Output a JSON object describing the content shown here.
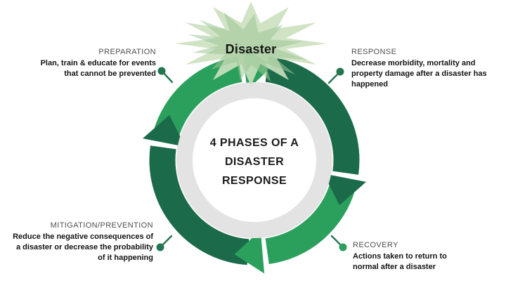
{
  "center": {
    "lines": [
      "4 PHASES OF A",
      "DISASTER",
      "RESPONSE"
    ]
  },
  "burst": {
    "label": "Disaster"
  },
  "phases": {
    "preparation": {
      "title": "PREPARATION",
      "lines": [
        "Plan, train & educate for events",
        "that cannot be prevented"
      ]
    },
    "response": {
      "title": "RESPONSE",
      "lines": [
        "Decrease morbidity, mortality and",
        "property damage after a disaster has",
        "happened"
      ]
    },
    "recovery": {
      "title": "RECOVERY",
      "lines": [
        "Actions taken to return to",
        "normal after a disaster"
      ]
    },
    "mitigation": {
      "title": "MITIGATION/PREVENTION",
      "lines": [
        "Reduce the negative consequences of",
        "a disaster or decrease the probability",
        "of it happening"
      ]
    }
  },
  "colors": {
    "green_medium": "#2BA05C",
    "green_dark": "#1B6B4A",
    "star_light": "#CBE0BF",
    "star_mid": "#9CC795",
    "ring_gray": "#E3E3E3",
    "connector_dark": "#26754F",
    "dot_dark": "#23774F",
    "dot_medium": "#2BA05C"
  }
}
